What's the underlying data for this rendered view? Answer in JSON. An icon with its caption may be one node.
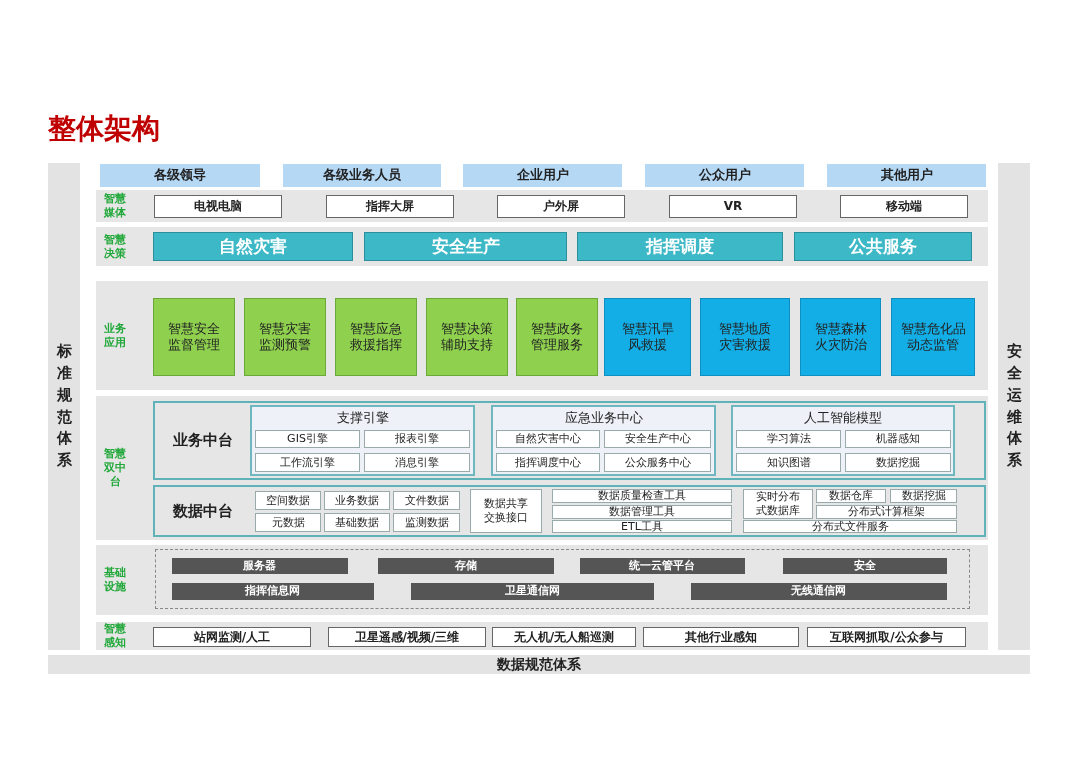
{
  "diagram": {
    "title": "整体架构",
    "nodes": [
      {
        "text": [
          "标准规范体系"
        ]
      },
      {
        "text": [
          "各级领导"
        ]
      },
      {
        "text": [
          "各级业务人员"
        ]
      },
      {
        "text": [
          "企业用户"
        ]
      },
      {
        "text": [
          "公众用户"
        ]
      },
      {
        "text": [
          "其他用户"
        ]
      },
      {
        "text": [
          "智慧媒体"
        ]
      },
      {
        "text": [
          "电视电脑"
        ],
        "in": 6
      },
      {
        "text": [
          "指挥大屏"
        ],
        "in": 6
      },
      {
        "text": [
          "户外屏"
        ],
        "in": 6
      },
      {
        "text": [
          "VR"
        ],
        "in": 6
      },
      {
        "text": [
          "移动端"
        ],
        "in": 6
      },
      {
        "text": [
          "智慧决策"
        ]
      },
      {
        "text": [
          "自然灾害"
        ],
        "in": 12
      },
      {
        "text": [
          "安全生产"
        ],
        "in": 12
      },
      {
        "text": [
          "指挥调度"
        ],
        "in": 12
      },
      {
        "text": [
          "公共服务"
        ],
        "in": 12
      },
      {
        "text": [
          "业务应用"
        ]
      },
      {
        "text": [
          "智慧安全监督管理"
        ],
        "in": 17
      },
      {
        "text": [
          "智慧灾害监测预警"
        ],
        "in": 17
      },
      {
        "text": [
          "智慧应急救援指挥"
        ],
        "in": 17
      },
      {
        "text": [
          "智慧决策辅助支持"
        ],
        "in": 17
      },
      {
        "text": [
          "智慧政务管理服务"
        ],
        "in": 17
      },
      {
        "text": [
          "智慧汛旱风救援"
        ],
        "in": 17
      },
      {
        "text": [
          "智慧地质灾害救援"
        ],
        "in": 17
      },
      {
        "text": [
          "智慧森林火灾防治"
        ],
        "in": 17
      },
      {
        "text": [
          "智慧危化品动态监管"
        ],
        "in": 17
      },
      {
        "text": [
          "智慧双中台"
        ]
      },
      {
        "text": [
          "业务中台"
        ],
        "in": 27
      },
      {
        "text": [
          "支撑引擎"
        ],
        "in": 28
      },
      {
        "text": [
          "GIS引擎"
        ],
        "in": 29
      },
      {
        "text": [
          "报表引擎"
        ],
        "in": 29
      },
      {
        "text": [
          "工作流引擎"
        ],
        "in": 29
      },
      {
        "text": [
          "消息引擎"
        ],
        "in": 29
      },
      {
        "text": [
          "应急业务中心"
        ],
        "in": 28
      },
      {
        "text": [
          "自然灾害中心"
        ],
        "in": 34
      },
      {
        "text": [
          "安全生产中心"
        ],
        "in": 34
      },
      {
        "text": [
          "指挥调度中心"
        ],
        "in": 34
      },
      {
        "text": [
          "公众服务中心"
        ],
        "in": 34
      },
      {
        "text": [
          "人工智能模型"
        ],
        "in": 28
      },
      {
        "text": [
          "学习算法"
        ],
        "in": 39
      },
      {
        "text": [
          "机器感知"
        ],
        "in": 39
      },
      {
        "text": [
          "知识图谱"
        ],
        "in": 39
      },
      {
        "text": [
          "数据挖掘"
        ],
        "in": 39
      },
      {
        "text": [
          "数据中台"
        ],
        "in": 27
      },
      {
        "text": [
          "空间数据"
        ],
        "in": 44
      },
      {
        "text": [
          "业务数据"
        ],
        "in": 44
      },
      {
        "text": [
          "文件数据"
        ],
        "in": 44
      },
      {
        "text": [
          "元数据"
        ],
        "in": 44
      },
      {
        "text": [
          "基础数据"
        ],
        "in": 44
      },
      {
        "text": [
          "监测数据"
        ],
        "in": 44
      },
      {
        "text": [
          "数据共享交换接口"
        ],
        "in": 44
      },
      {
        "text": [
          "数据质量检查工具"
        ],
        "in": 44
      },
      {
        "text": [
          "数据管理工具"
        ],
        "in": 44
      },
      {
        "text": [
          "ETL工具"
        ],
        "in": 44
      },
      {
        "text": [
          "实时分布式数据库"
        ],
        "in": 44
      },
      {
        "text": [
          "数据仓库"
        ],
        "in": 44
      },
      {
        "text": [
          "数据挖掘"
        ],
        "in": 44
      },
      {
        "text": [
          "分布式计算框架"
        ],
        "in": 44
      },
      {
        "text": [
          "分布式文件服务"
        ],
        "in": 44
      },
      {
        "text": [
          "基础设施"
        ]
      },
      {
        "text": [],
        "shape": "box",
        "in": 60
      },
      {
        "text": [
          "服务器"
        ],
        "in": 61
      },
      {
        "text": [
          "存储"
        ],
        "in": 61
      },
      {
        "text": [
          "统一云管平台"
        ],
        "in": 61
      },
      {
        "text": [
          "安全"
        ],
        "in": 61
      },
      {
        "text": [
          "指挥信息网"
        ],
        "in": 61
      },
      {
        "text": [
          "卫星通信网"
        ],
        "in": 61
      },
      {
        "text": [
          "无线通信网"
        ],
        "in": 61
      },
      {
        "text": [
          "智慧感知"
        ]
      },
      {
        "text": [
          "站网监测/人工"
        ],
        "in": 69
      },
      {
        "text": [
          "卫星遥感/视频/三维"
        ],
        "in": 69
      },
      {
        "text": [
          "无人机/无人船巡测"
        ],
        "in": 69
      },
      {
        "text": [
          "其他行业感知"
        ],
        "in": 69
      },
      {
        "text": [
          "互联网抓取/公众参与"
        ],
        "in": 69
      },
      {
        "text": [
          "安全运维体系"
        ]
      },
      {
        "text": [
          "数据规范体系"
        ]
      }
    ]
  }
}
